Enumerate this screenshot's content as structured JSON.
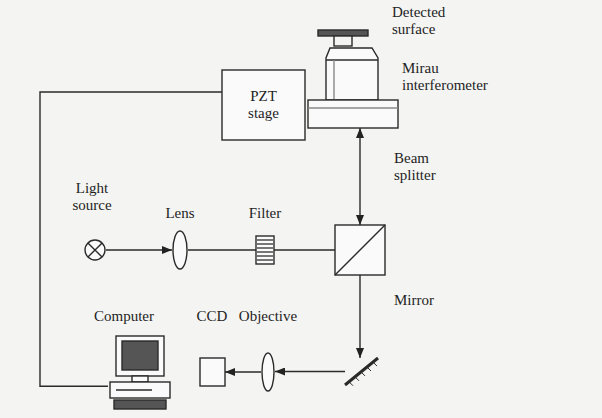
{
  "diagram": {
    "nodes": [
      {
        "text": [
          "Detected surface"
        ]
      },
      {
        "text": [
          "Mirau interferometer"
        ]
      },
      {
        "text": [
          "PZT stage"
        ]
      },
      {
        "text": [
          "Light source"
        ]
      },
      {
        "text": [
          "Lens"
        ]
      },
      {
        "text": [
          "Filter"
        ]
      },
      {
        "text": [
          "Beam splitter"
        ]
      },
      {
        "text": [
          "Computer"
        ]
      },
      {
        "text": [
          "CCD"
        ]
      },
      {
        "text": [
          "Objective"
        ]
      },
      {
        "text": [
          "Mirror"
        ]
      }
    ],
    "edges": [
      {
        "from": 3,
        "to": 4,
        "arrow": "to"
      },
      {
        "from": 4,
        "to": 5,
        "arrow": "none"
      },
      {
        "from": 5,
        "to": 6,
        "arrow": "none"
      },
      {
        "from": 6,
        "to": 1,
        "arrow": "both"
      },
      {
        "from": 6,
        "to": 10,
        "arrow": "to"
      },
      {
        "from": 10,
        "to": 9,
        "arrow": "to"
      },
      {
        "from": 9,
        "to": 8,
        "arrow": "to"
      },
      {
        "from": 7,
        "to": 2,
        "arrow": "none"
      }
    ]
  }
}
